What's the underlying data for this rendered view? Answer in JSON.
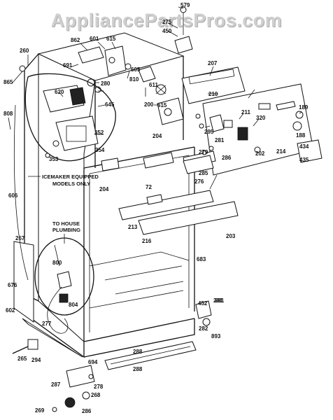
{
  "watermark": "AppliancePartsPros.com",
  "notes": {
    "icemaker_line1": "ICEMAKER EQUIPPED",
    "icemaker_line2": "MODELS ONLY",
    "plumbing_line1": "TO HOUSE",
    "plumbing_line2": "PLUMBING"
  },
  "part_labels": [
    "579",
    "275",
    "450",
    "862",
    "601",
    "615",
    "691",
    "207",
    "260",
    "280",
    "810",
    "620",
    "611",
    "605",
    "865",
    "210",
    "200",
    "615",
    "211",
    "189",
    "645",
    "320",
    "808",
    "352",
    "295",
    "188",
    "434",
    "354",
    "281",
    "286",
    "202",
    "214",
    "435",
    "353",
    "204",
    "279",
    "606",
    "285",
    "276",
    "204",
    "72",
    "213",
    "216",
    "203",
    "267",
    "800",
    "683",
    "804",
    "676",
    "452",
    "281",
    "602",
    "277",
    "288",
    "282",
    "893",
    "281",
    "694",
    "265",
    "294",
    "288",
    "287",
    "268",
    "286",
    "269",
    "278"
  ]
}
